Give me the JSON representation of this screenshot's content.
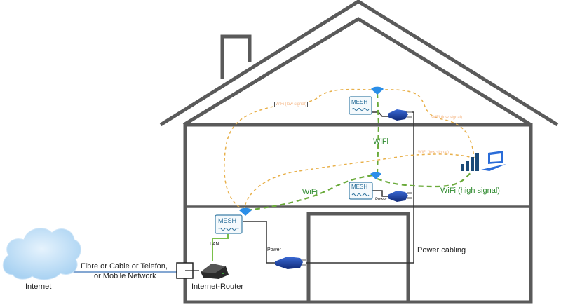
{
  "labels": {
    "internet": "Internet",
    "connection": [
      "Fibre or Cable or Telefon,",
      "or Mobile Network"
    ],
    "router": "Internet-Router",
    "lan": "LAN",
    "power_small_1": "Power",
    "power_small_2": "Power",
    "power_cabling": "Power cabling",
    "wifi_low_1": "WiFi (low signal)",
    "wifi_low_2": "WiFi (low  signal)",
    "wifi_low_3": "WiFi (low  signal)",
    "wifi_1": "WiFi",
    "wifi_2": "WiFi",
    "wifi_high": "WiFi (high signal)",
    "mesh_1": "MESH",
    "mesh_2": "MESH",
    "mesh_3": "MESH"
  },
  "colors": {
    "wall": "#5a5a5a",
    "wifi_green": "#6aaa3a",
    "wifi_low_orange": "#e8b04a",
    "low_label": "#f5b888",
    "mesh_blue": "#2a6f9a",
    "plug_blue": "#1a3d9a",
    "cloud": "#bcdcf4",
    "wifi_icon": "#2a8ee8",
    "green_text": "#2e8a2e"
  }
}
